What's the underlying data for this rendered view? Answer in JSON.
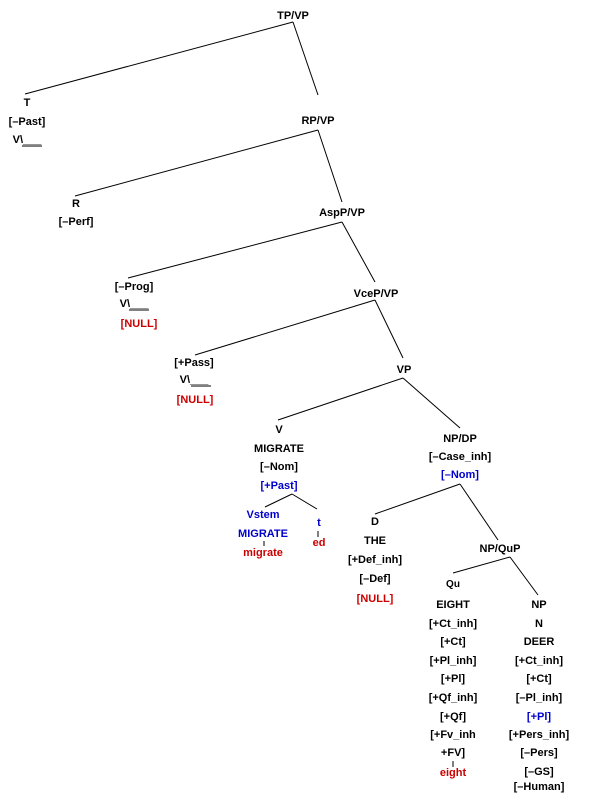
{
  "colors": {
    "black": "#000000",
    "blue": "#0000cc",
    "red": "#cc0000"
  },
  "tree": {
    "tpvp": "TP/VP",
    "t": {
      "label": "T",
      "feat": "[–Past]",
      "slot": "V\\___"
    },
    "rpvp": "RP/VP",
    "r": {
      "label": "R",
      "feat": "[–Perf]"
    },
    "asppvp": "AspP/VP",
    "asp": {
      "feat": "[–Prog]",
      "slot": "V\\___",
      "null": "[NULL]"
    },
    "vcepvp": "VceP/VP",
    "vce": {
      "feat": "[+Pass]",
      "slot": "V\\___",
      "null": "[NULL]"
    },
    "vp": "VP",
    "v": {
      "label": "V",
      "word": "MIGRATE",
      "feat1": "[–Nom]",
      "feat2": "[+Past]",
      "vstem": "Vstem",
      "vstem_word": "MIGRATE",
      "vstem_form": "migrate",
      "t": "t",
      "t_form": "ed"
    },
    "npdp": {
      "label": "NP/DP",
      "feat1": "[–Case_inh]",
      "feat2": "[–Nom]"
    },
    "d": {
      "label": "D",
      "word": "THE",
      "feat1": "[+Def_inh]",
      "feat2": "[–Def]",
      "null": "[NULL]"
    },
    "npqup": "NP/QuP",
    "qu": {
      "label": "Qu",
      "word": "EIGHT",
      "feats": [
        "[+Ct_inh]",
        "[+Ct]",
        "[+Pl_inh]",
        "[+Pl]",
        "[+Qf_inh]",
        "[+Qf]",
        "[+Fv_inh",
        "+FV]"
      ],
      "form": "eight"
    },
    "np": {
      "label": "NP",
      "n": "N",
      "word": "DEER",
      "feats": [
        "[+Ct_inh]",
        "[+Ct]",
        "[–Pl_inh]",
        "[+Pl]",
        "[+Pers_inh]",
        "[–Pers]",
        "[–GS]",
        "[–Human]"
      ]
    }
  }
}
